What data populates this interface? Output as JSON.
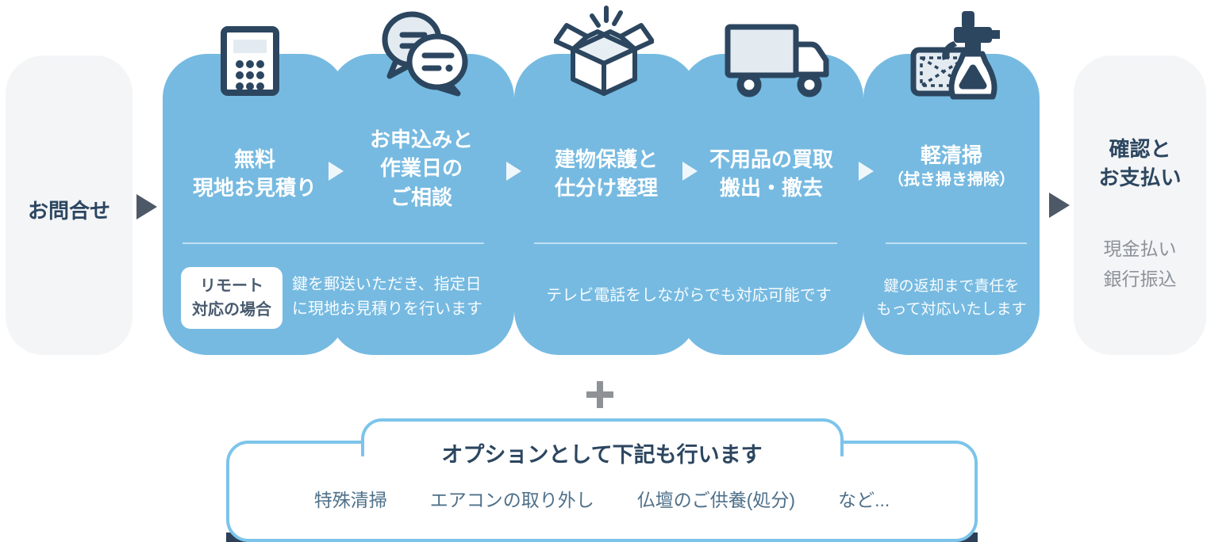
{
  "colors": {
    "card_blue": "#76bae1",
    "gray_box": "#f4f5f7",
    "navy": "#2c4660",
    "dark_arrow": "#4e5968",
    "light_arrow": "#f0f7fb",
    "muted_text": "#8c929a",
    "option_border": "#7cc4ea",
    "option_item_text": "#4e7089",
    "bottom_strip": "#2c4057"
  },
  "flow": {
    "start": {
      "label": "お問合せ"
    },
    "steps": [
      {
        "title": "無料\n現地お見積り",
        "icon": "calculator-icon"
      },
      {
        "title": "お申込みと\n作業日の\nご相談",
        "icon": "chat-bubbles-icon"
      },
      {
        "title": "建物保護と\n仕分け整理",
        "icon": "open-box-icon"
      },
      {
        "title": "不用品の買取\n搬出・撤去",
        "icon": "truck-icon"
      },
      {
        "title": "軽清掃",
        "subtitle": "（拭き掃き掃除）",
        "icon": "spray-bottle-icon"
      }
    ],
    "group_notes": {
      "remote_badge": "リモート\n対応の場合",
      "remote_text": "鍵を郵送いただき、指定日\nに現地お見積りを行います",
      "video_text": "テレビ電話をしながらでも対応可能です",
      "key_text": "鍵の返却まで責任を\nもって対応いたします"
    },
    "end": {
      "title": "確認と\nお支払い",
      "payment_methods": "現金払い\n銀行振込"
    }
  },
  "options": {
    "title": "オプションとして下記も行います",
    "items": [
      "特殊清掃",
      "エアコンの取り外し",
      "仏壇のご供養(処分)",
      "など..."
    ]
  }
}
